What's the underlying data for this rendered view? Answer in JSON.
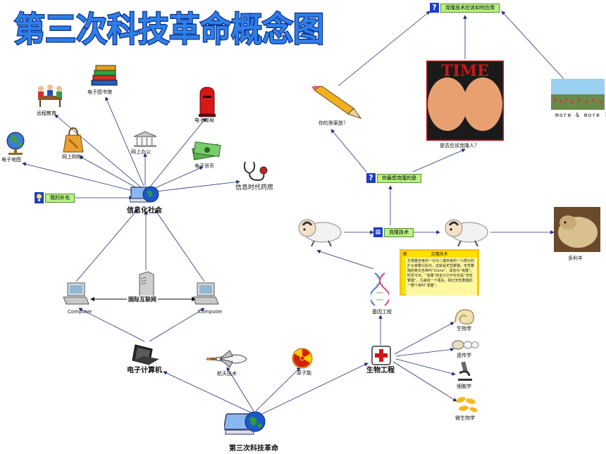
{
  "title": "第三次科技革命概念图",
  "colors": {
    "title_fill": "#2e7fe8",
    "title_outline": "#0a2d8a",
    "link": "#1f2f7a",
    "q_badge": "#1a3cc8",
    "q_box": "#b7f37f",
    "note": "#ffe000"
  },
  "nodes": {
    "root": "第三次科技革命",
    "computer": "电子计算机",
    "space": "航天技术",
    "atomic": "原子能",
    "bio": "生物工程",
    "info_society": "信息化社会",
    "internet": "国际互联网",
    "computer_left": "Computer",
    "computer_right": "Computer",
    "remote_edu": "远程教育",
    "library": "电子图书馆",
    "post": "电子邮局",
    "shopping": "网上购物",
    "office": "网上办公",
    "money": "电子货币",
    "map": "电子地图",
    "pharmacy": "信息时代药房",
    "your_supplement": "我的补充",
    "gene": "基因工程",
    "biology": "生物学",
    "genetics": "遗传学",
    "cytology": "细胞学",
    "microbiology": "微生物学",
    "dolly": "多利羊",
    "clone_tech": "克隆技术",
    "you_think": "你最想克隆的是",
    "your_answer": "你的答案是？",
    "should_clone": "是否应该克隆人？",
    "clone_use": "克隆技术应该如何应用",
    "more": "more & more ?",
    "time_mag": "TIME"
  },
  "note": {
    "title": "克隆技术",
    "text": "生物重自身的一分为二或自身的一小部分的扩大来繁衍后代，这就是无性繁殖。无性繁殖的英文名称叫“Clone”，译音为“克隆”。时至今日，“克隆”的含义已不仅仅是“无性繁殖”，凡来自一个祖先，经过无性繁殖的一群个体叫“克隆”。"
  },
  "icons": [
    "globe-laptop-icon",
    "laptop-icon",
    "shuttle-icon",
    "radiation-icon",
    "medical-cross-icon",
    "server-icon",
    "computer-icon",
    "classroom-icon",
    "books-icon",
    "mailbox-icon",
    "shopping-bag-icon",
    "bank-icon",
    "money-icon",
    "globe-icon",
    "stethoscope-icon",
    "lightbulb-icon",
    "dna-icon",
    "shell-icon",
    "eggs-icon",
    "microscope-icon",
    "bacteria-icon",
    "sheep-icon",
    "pencil-icon",
    "question-icon"
  ]
}
